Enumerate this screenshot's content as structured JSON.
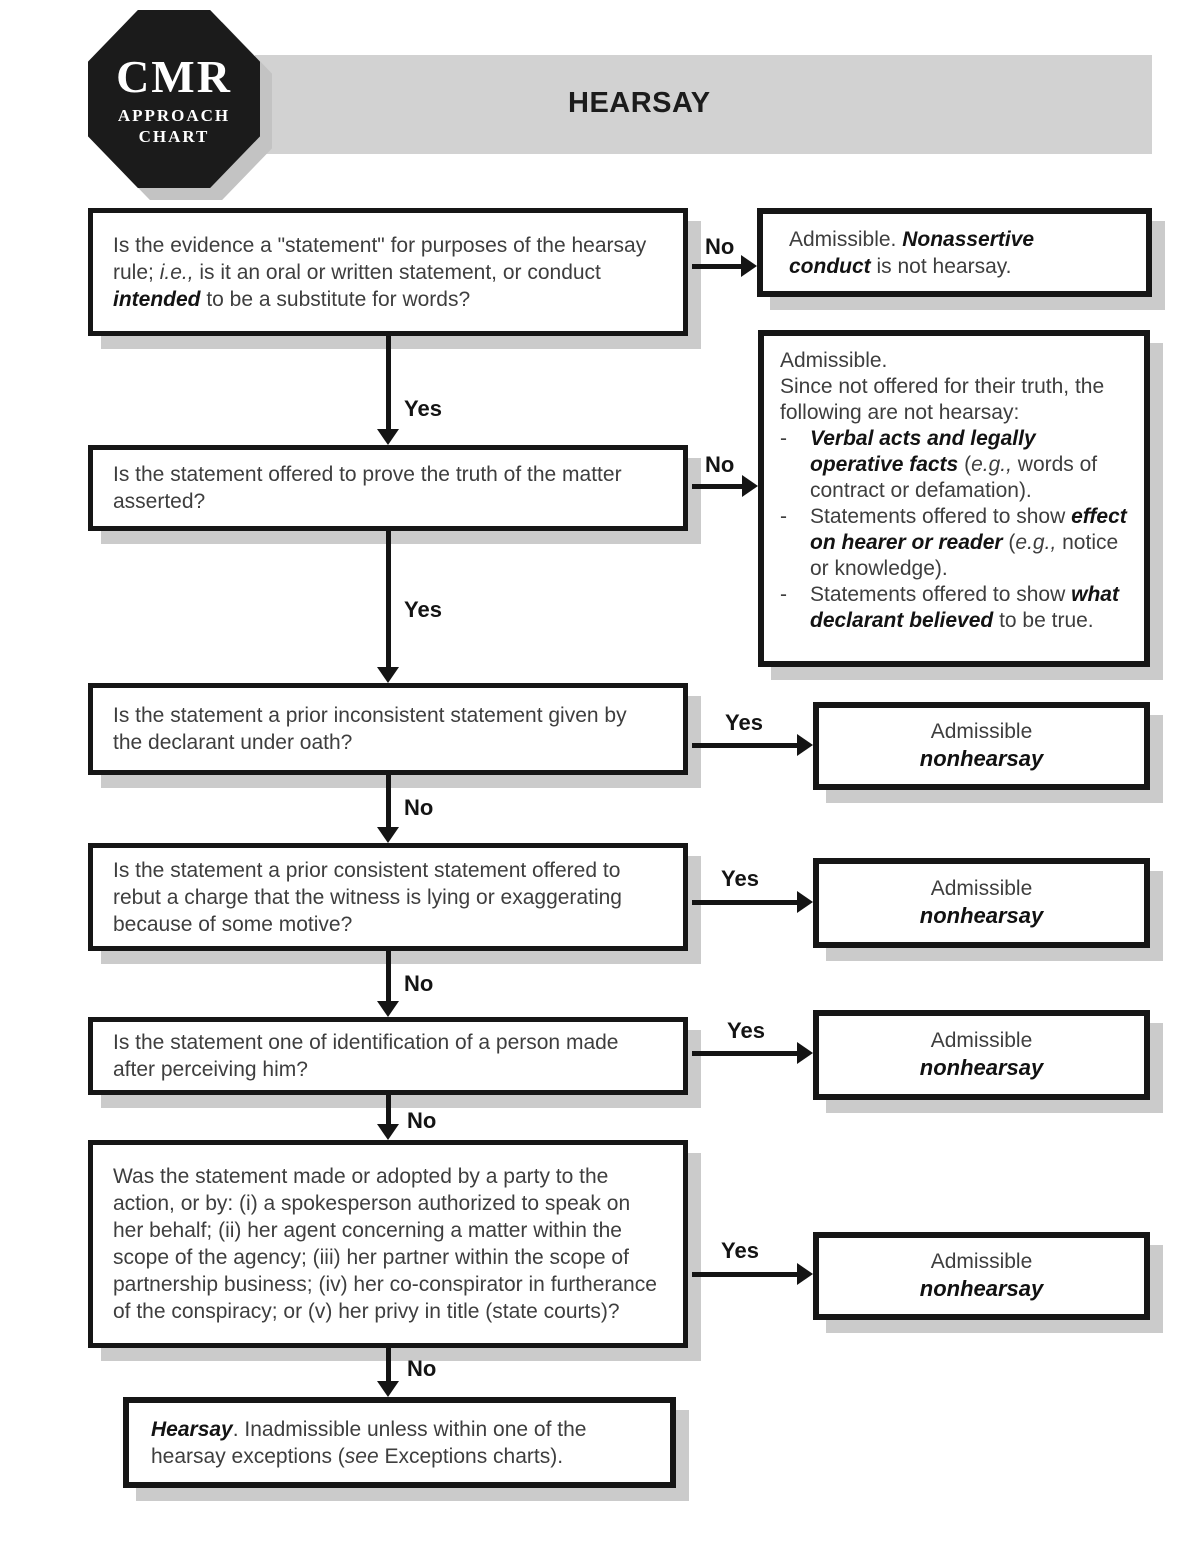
{
  "logo": {
    "title": "CMR",
    "line2": "APPROACH",
    "line3": "CHART"
  },
  "header": {
    "title": "HEARSAY"
  },
  "labels": {
    "yes": "Yes",
    "no": "No"
  },
  "q1": {
    "t1": "Is the evidence a \"statement\" for purposes of the hearsay rule; ",
    "t2": "i.e.,",
    "t3": " is it an oral or written statement, or conduct ",
    "t4": "intended",
    "t5": " to be a substitute for words?"
  },
  "a1": {
    "t1": "Admissible. ",
    "t2": "Nonassertive conduct",
    "t3": " is not hearsay."
  },
  "q2": {
    "t1": "Is the statement offered to prove the truth of the matter asserted?"
  },
  "a2": {
    "line1": "Admissible.",
    "line2": "Since not offered for their truth, the following are not hearsay:",
    "dash": "-",
    "b1": {
      "t1": "Verbal acts and legally operative facts",
      "t2": " (",
      "t3": "e.g.,",
      "t4": " words of contract or defamation)."
    },
    "b2": {
      "t1": "Statements offered to show ",
      "t2": "effect on hearer or reader",
      "t3": " (",
      "t4": "e.g.,",
      "t5": " notice or knowledge)."
    },
    "b3": {
      "t1": "Statements offered to show ",
      "t2": "what declarant believed",
      "t3": " to be true."
    }
  },
  "q3": {
    "t1": "Is the statement a prior inconsistent statement given by the declarant under oath?"
  },
  "q4": {
    "t1": "Is the statement a prior consistent statement offered to rebut a charge that the witness is lying or exaggerating because of some motive?"
  },
  "q5": {
    "t1": "Is the statement one of identification of a person made after perceiving him?"
  },
  "q6": {
    "t1": "Was the statement made or adopted by a party to the action, or by: (i) a spokesperson authorized to speak on her behalf; (ii) her agent concerning a matter within the scope of the agency; (iii) her partner within the scope of partnership business; (iv) her co-conspirator in furtherance of the conspiracy; or (v) her privy in title (state courts)?"
  },
  "nonhearsay": {
    "line1": "Admissible",
    "line2": "nonhearsay"
  },
  "final": {
    "t1": "Hearsay",
    "t2": ". Inadmissible unless within one of the hearsay exceptions (",
    "t3": "see",
    "t4": " Exceptions charts)."
  },
  "colors": {
    "border": "#161616",
    "shadow": "#cbcbcb",
    "header_bar": "#d2d2d2",
    "body_text": "#3e3e3e"
  }
}
